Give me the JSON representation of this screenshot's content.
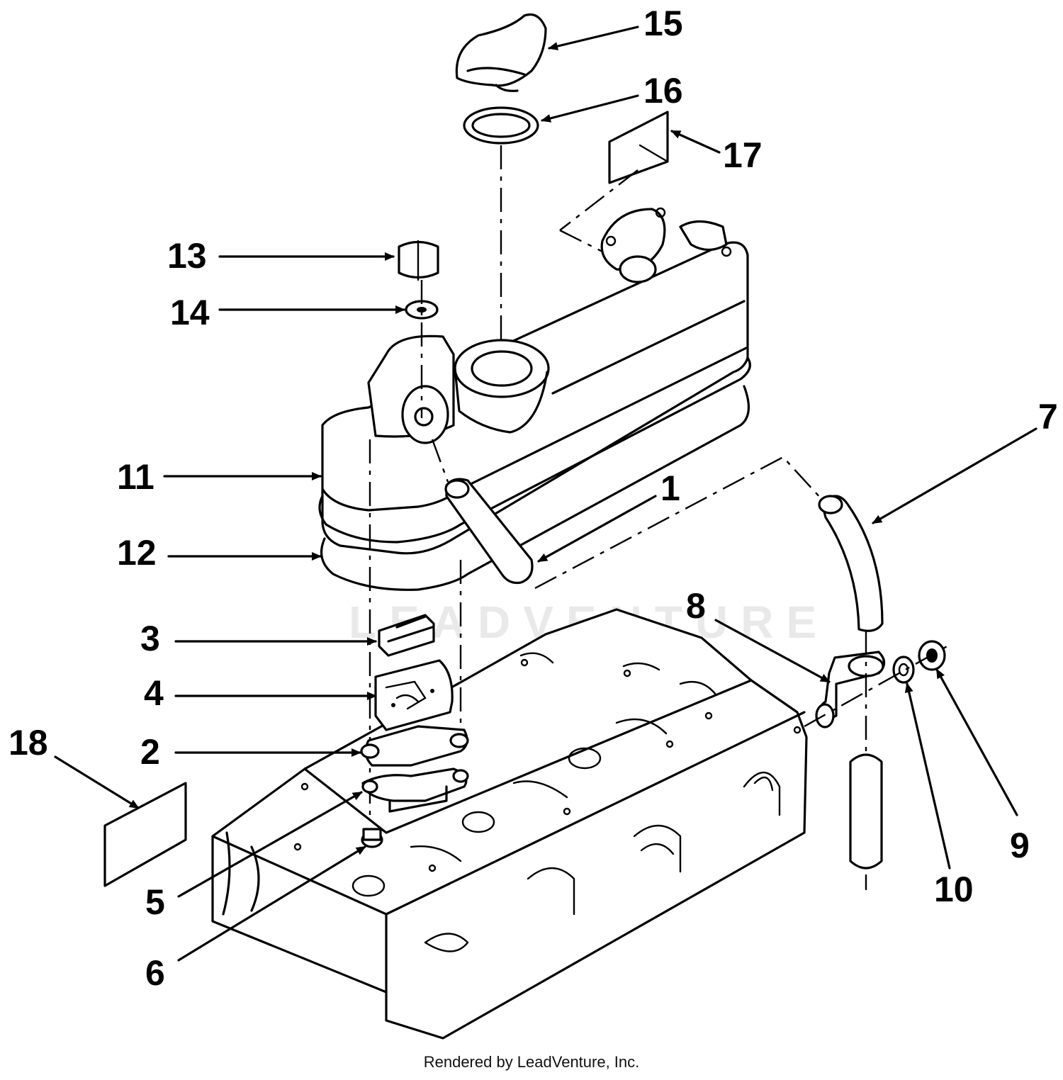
{
  "diagram": {
    "callouts": [
      {
        "id": "1",
        "label": "1"
      },
      {
        "id": "2",
        "label": "2"
      },
      {
        "id": "3",
        "label": "3"
      },
      {
        "id": "4",
        "label": "4"
      },
      {
        "id": "5",
        "label": "5"
      },
      {
        "id": "6",
        "label": "6"
      },
      {
        "id": "7",
        "label": "7"
      },
      {
        "id": "8",
        "label": "8"
      },
      {
        "id": "9",
        "label": "9"
      },
      {
        "id": "10",
        "label": "10"
      },
      {
        "id": "11",
        "label": "11"
      },
      {
        "id": "12",
        "label": "12"
      },
      {
        "id": "13",
        "label": "13"
      },
      {
        "id": "14",
        "label": "14"
      },
      {
        "id": "15",
        "label": "15"
      },
      {
        "id": "16",
        "label": "16"
      },
      {
        "id": "17",
        "label": "17"
      },
      {
        "id": "18",
        "label": "18"
      }
    ],
    "watermark": "LEADVENTURE",
    "credit": "Rendered by LeadVenture, Inc.",
    "colors": {
      "line": "#000000",
      "background": "#ffffff",
      "watermark": "#e9e9e9"
    }
  }
}
